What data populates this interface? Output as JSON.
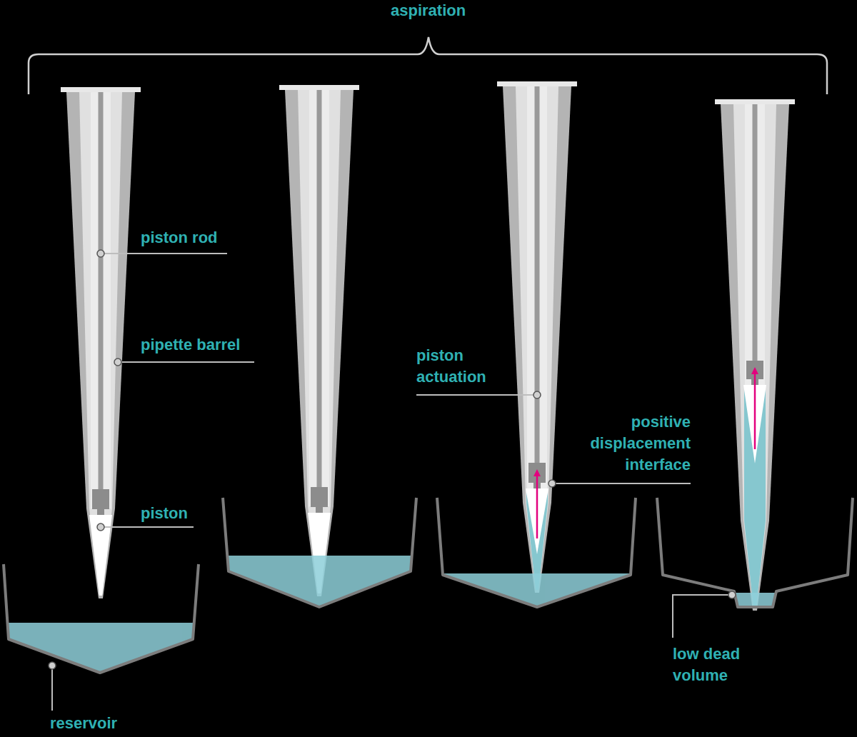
{
  "diagram": {
    "labels": [
      "aspiration",
      "piston rod",
      "pipette barrel",
      "piston",
      "reservoir",
      "piston actuation",
      "positive displacement interface",
      "low dead volume"
    ]
  }
}
